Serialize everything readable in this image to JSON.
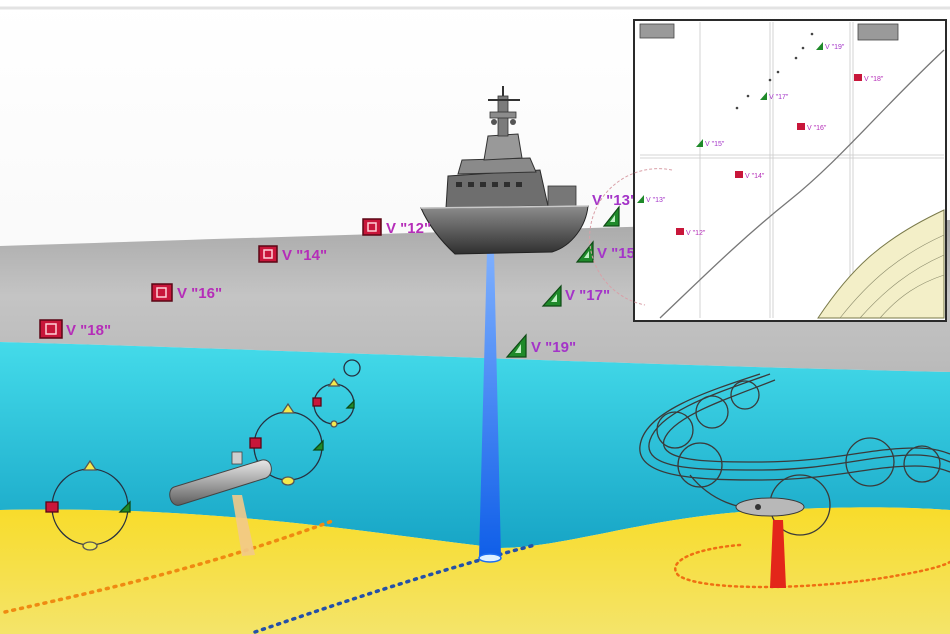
{
  "colors": {
    "sky": "#ffffff",
    "surface_band": "#bdbdbd",
    "water_top": "#39d3e6",
    "water_bottom": "#18a9c8",
    "seabed": "#f7df2e",
    "hostile_marker": "#c8163a",
    "friendly_marker": "#1f8a2a",
    "hostile_label": "#b52db8",
    "friendly_label": "#a434c8",
    "sonar_beam": "#1c6df2",
    "track_orange": "#ef8a12",
    "track_blue": "#2450a8"
  },
  "scene_contacts": [
    {
      "id": "V12",
      "label": "V \"12\"",
      "side": "hostile"
    },
    {
      "id": "V14",
      "label": "V \"14\"",
      "side": "hostile"
    },
    {
      "id": "V16",
      "label": "V \"16\"",
      "side": "hostile"
    },
    {
      "id": "V18",
      "label": "V \"18\"",
      "side": "hostile"
    },
    {
      "id": "V13",
      "label": "V \"13\"",
      "side": "friendly"
    },
    {
      "id": "V15",
      "label": "V \"15\"",
      "side": "friendly"
    },
    {
      "id": "V17",
      "label": "V \"17\"",
      "side": "friendly"
    },
    {
      "id": "V19",
      "label": "V \"19\"",
      "side": "friendly"
    }
  ],
  "inset_map": {
    "contacts": [
      {
        "label": "V \"19\"",
        "side": "friendly"
      },
      {
        "label": "V \"18\"",
        "side": "hostile"
      },
      {
        "label": "V \"17\"",
        "side": "friendly"
      },
      {
        "label": "V \"16\"",
        "side": "hostile"
      },
      {
        "label": "V \"15\"",
        "side": "friendly"
      },
      {
        "label": "V \"14\"",
        "side": "hostile"
      },
      {
        "label": "V \"13\"",
        "side": "friendly"
      },
      {
        "label": "V \"12\"",
        "side": "hostile"
      }
    ]
  }
}
